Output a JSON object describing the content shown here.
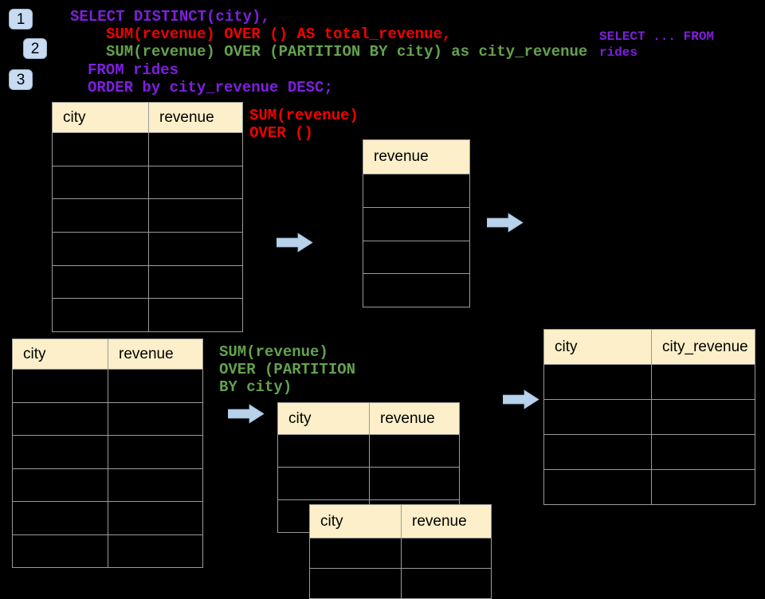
{
  "badges": [
    {
      "label": "1"
    },
    {
      "label": "2"
    },
    {
      "label": "3"
    }
  ],
  "sql": {
    "lines": [
      {
        "text": "SELECT DISTINCT(city),",
        "color": "purple"
      },
      {
        "text": "SUM(revenue) OVER () AS total_revenue,",
        "color": "red"
      },
      {
        "text": "SUM(revenue) OVER (PARTITION BY city) as city_revenue",
        "color": "green"
      },
      {
        "text": "FROM rides",
        "color": "purple"
      },
      {
        "text": "ORDER by city_revenue DESC;",
        "color": "purple"
      }
    ]
  },
  "side_note": {
    "color": "purple",
    "lines": [
      {
        "text": "SELECT ... FROM"
      },
      {
        "text": "rides"
      }
    ]
  },
  "labels": {
    "total_revenue": {
      "color": "red",
      "lines": [
        {
          "text": "SUM(revenue)"
        },
        {
          "text": "OVER ()"
        }
      ]
    },
    "partition": {
      "color": "green",
      "lines": [
        {
          "text": "SUM(revenue)"
        },
        {
          "text": "OVER (PARTITION"
        },
        {
          "text": "BY city)"
        }
      ]
    }
  },
  "tables": {
    "t1": {
      "headers": [
        "city",
        "revenue"
      ],
      "rows": 6
    },
    "t2": {
      "headers": [
        "revenue"
      ],
      "rows": 4
    },
    "t3": {
      "headers": [
        "city",
        "revenue"
      ],
      "rows": 6
    },
    "t4": {
      "headers": [
        "city",
        "revenue"
      ],
      "rows": 3
    },
    "t5": {
      "headers": [
        "city",
        "revenue"
      ],
      "rows": 2
    },
    "t6": {
      "headers": [
        "city",
        "city_revenue"
      ],
      "rows": 4
    }
  },
  "colors": {
    "background": "#000000",
    "sql_purple": "#7F1FE0",
    "sql_red": "#F40000",
    "sql_green": "#63A24E",
    "table_header_cream": "#FCEFC9",
    "table_border_gray": "#9B9B9B",
    "arrow_blue": "#B8D2EC",
    "badge_blue": "#C7DCF2"
  }
}
